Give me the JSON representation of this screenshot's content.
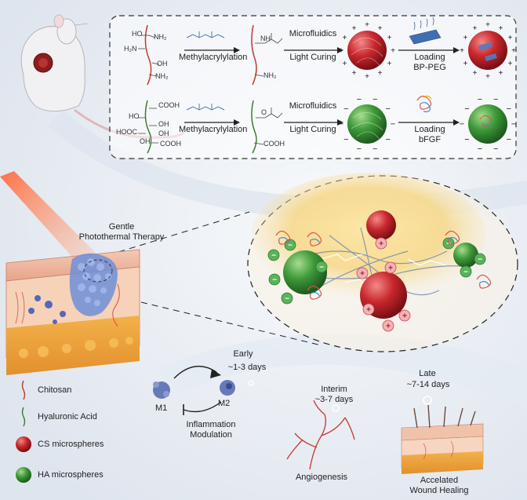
{
  "synthesis": {
    "row1": {
      "groups": [
        "HO",
        "NH₂",
        "H₂N",
        "OH",
        "NH₂"
      ],
      "product_groups": [
        "NH",
        "NH₂"
      ],
      "step1": "Methylacrylylation",
      "step2_line1": "Microfluidics",
      "step2_line2": "Light Curing",
      "step3_line1": "Loading",
      "step3_line2": "BP-PEG"
    },
    "row2": {
      "groups": [
        "COOH",
        "HO",
        "OH",
        "HOOC",
        "OH",
        "OH",
        "COOH"
      ],
      "product_groups": [
        "O",
        "COOH"
      ],
      "step1": "Methylacrylylation",
      "step2_line1": "Microfluidics",
      "step2_line2": "Light Curing",
      "step3_line1": "Loading",
      "step3_line2": "bFGF"
    }
  },
  "therapy": {
    "line1": "Gentle",
    "line2": "Photothermal Therapy"
  },
  "phases": {
    "early": {
      "name": "Early",
      "days": "~1-3 days"
    },
    "interim": {
      "name": "Interim",
      "days": "~3-7 days"
    },
    "late": {
      "name": "Late",
      "days": "~7-14 days"
    }
  },
  "macrophage": {
    "m1": "M1",
    "m2": "M2",
    "label_line1": "Inflammation",
    "label_line2": "Modulation"
  },
  "outcomes": {
    "angiogenesis": "Angiogenesis",
    "healing_line1": "Accelated",
    "healing_line2": "Wound Healing"
  },
  "legend": {
    "chitosan": "Chitosan",
    "hyaluronic": "Hyaluronic Acid",
    "cs": "CS microspheres",
    "ha": "HA microspheres"
  },
  "colors": {
    "red": "#c9282d",
    "green": "#3e9a3a",
    "chitosan": "#c0392b",
    "ha": "#3f7a35",
    "plus": "#c84a55",
    "minus": "#2f8a3a"
  }
}
